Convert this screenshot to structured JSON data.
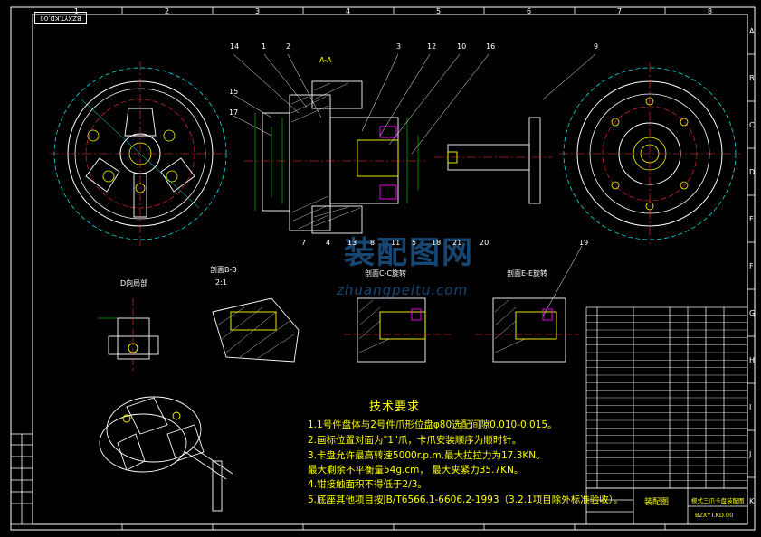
{
  "drawing": {
    "drawing_number_rotated": "BZXYT.KD.00",
    "watermark_cn": "装配图网",
    "watermark_en": "zhuangpeitu.com",
    "section_labels": {
      "a_a": "A-A",
      "d_detail": "D向局部",
      "b_b": "剖面B-B",
      "ratio": "2:1",
      "c_c": "剖面C-C旋转",
      "e_e": "剖面E-E旋转"
    },
    "part_numbers_top": [
      "14",
      "1",
      "2",
      "3",
      "12",
      "10",
      "16",
      "9"
    ],
    "part_numbers_left": [
      "15",
      "17"
    ],
    "part_numbers_bottom": [
      "7",
      "4",
      "13",
      "8",
      "11",
      "5",
      "18",
      "21",
      "20",
      "19"
    ],
    "grid_top": [
      "1",
      "2",
      "3",
      "4",
      "5",
      "6",
      "7",
      "8"
    ],
    "grid_right": [
      "A",
      "B",
      "C",
      "D",
      "E",
      "F",
      "G",
      "H",
      "I",
      "J",
      "K"
    ]
  },
  "tech_requirements": {
    "title": "技术要求",
    "lines": [
      "1.1号件盘体与2号件爪形位盘φ80选配间隙0.010-0.015。",
      "2.画标位置对面为\"1\"爪，卡爪安装顺序为顺时针。",
      "3.卡盘允许最高转速5000r.p.m,最大拉拉力为17.3KN。",
      "  最大剩余不平衡量54g.cm， 最大夹紧力35.7KN。",
      "4.钳接触面积不得低于2/3。",
      "5.底座其他项目按JB/T6566.1-6606.2-1993（3.2.1项目除外标准验收）。"
    ]
  },
  "title_block": {
    "drawing_name": "装配图",
    "product_name": "楔式三爪卡盘装配图",
    "drawing_code": "BZXYT.KD.00"
  },
  "colors": {
    "line_white": "#ffffff",
    "line_yellow": "#ffff00",
    "line_green": "#00ff00",
    "line_cyan": "#00ffff",
    "line_red": "#ff3030",
    "line_magenta": "#ff00ff",
    "watermark": "#2882d2"
  }
}
